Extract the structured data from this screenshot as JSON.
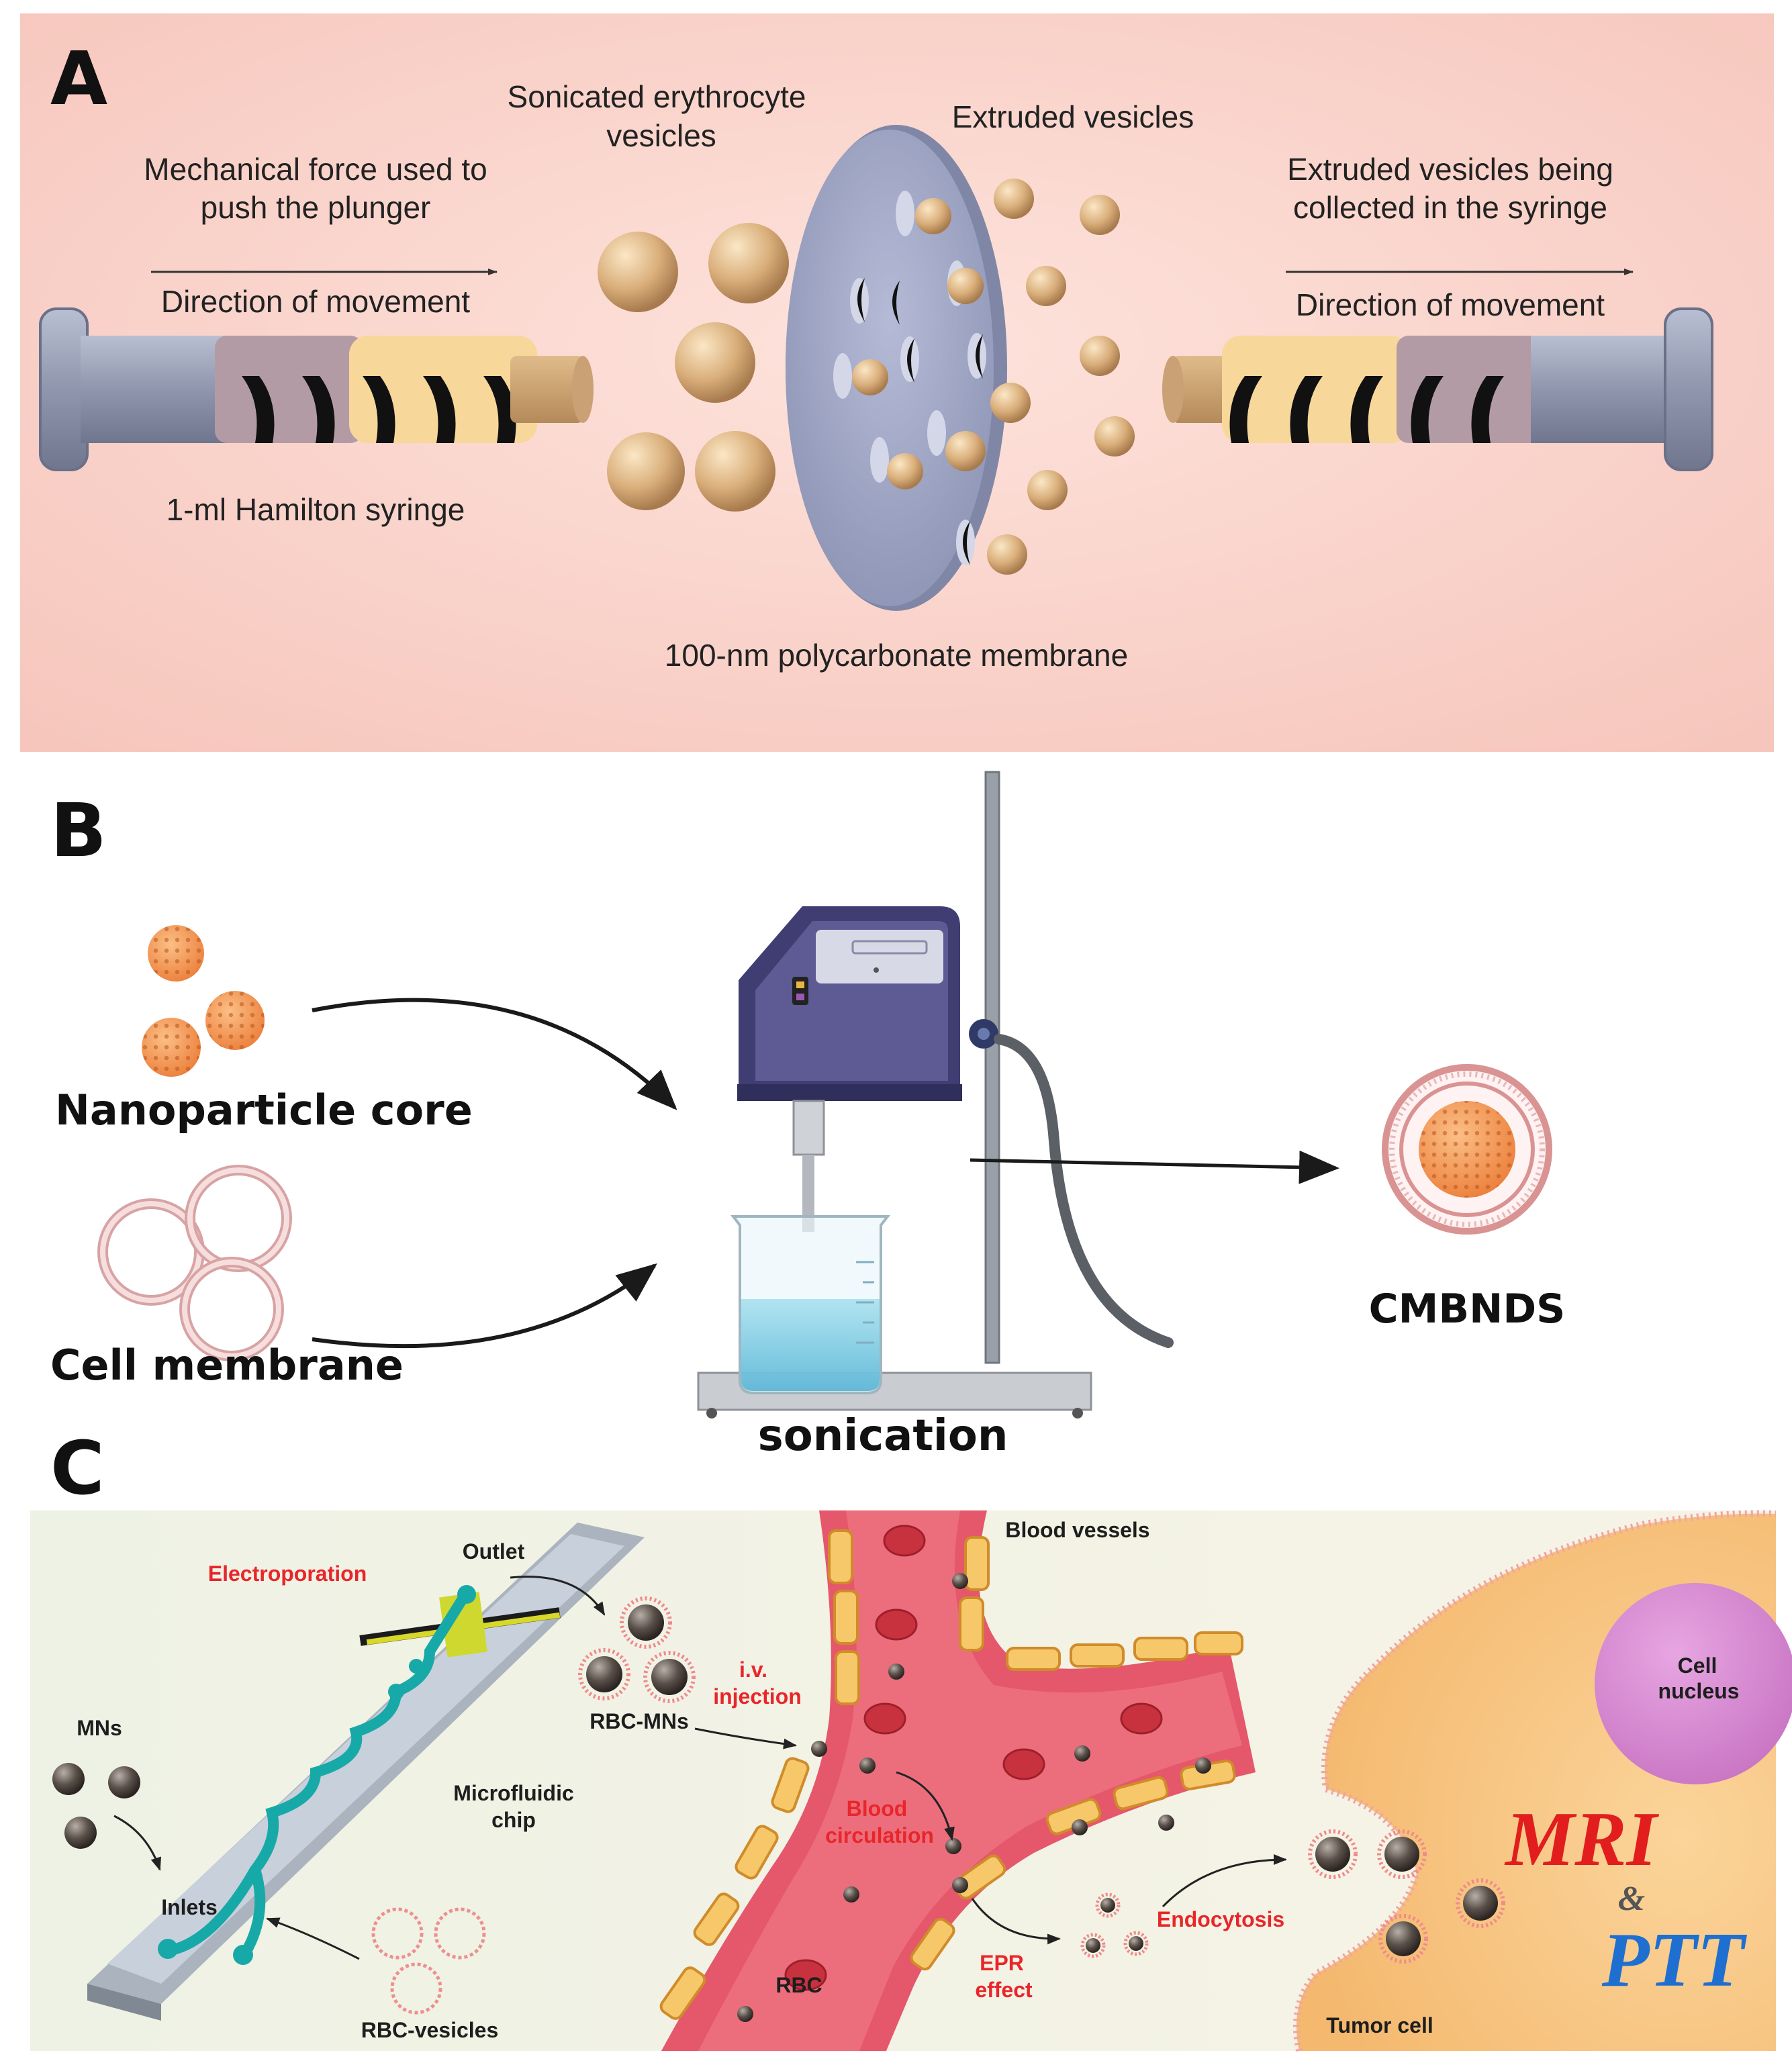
{
  "panel_a": {
    "letter": "A",
    "labels": {
      "mechanical_1": "Mechanical force used to",
      "mechanical_2": "push the plunger",
      "direction_left": "Direction of movement",
      "syringe": "1-ml Hamilton syringe",
      "sonicated_1": "Sonicated erythrocyte",
      "sonicated_2": "vesicles",
      "extruded": "Extruded vesicles",
      "collected_1": "Extruded vesicles being",
      "collected_2": "collected in the syringe",
      "direction_right": "Direction of movement",
      "membrane": "100-nm polycarbonate membrane"
    },
    "colors": {
      "background": "#f7cfc6",
      "membrane": "#9ea5c4",
      "vesicle": "#d8ad7a",
      "plunger_mauve": "#b39ba6",
      "plunger_yellow": "#f8d79a"
    }
  },
  "panel_b": {
    "letter": "B",
    "labels": {
      "core": "Nanoparticle core",
      "membrane": "Cell membrane",
      "sonication": "sonication",
      "product": "CMBNDS"
    },
    "colors": {
      "core": "#f39a5b",
      "membrane_ring": "#d98f8f",
      "sonicator": "#4c4a85",
      "liquid": "#79c7e0"
    }
  },
  "panel_c": {
    "letter": "C",
    "labels": {
      "outlet": "Outlet",
      "electroporation": "Electroporation",
      "mns": "MNs",
      "microfluidic_1": "Microfluidic",
      "microfluidic_2": "chip",
      "inlets": "Inlets",
      "rbc_vesicles": "RBC-vesicles",
      "rbc_mns": "RBC-MNs",
      "iv_1": "i.v.",
      "iv_2": "injection",
      "blood_vessels": "Blood vessels",
      "circulation_1": "Blood",
      "circulation_2": "circulation",
      "rbc": "RBC",
      "epr_1": "EPR",
      "epr_2": "effect",
      "endocytosis": "Endocytosis",
      "nucleus_1": "Cell",
      "nucleus_2": "nucleus",
      "tumor": "Tumor cell",
      "mri": "MRI",
      "amp": "&",
      "ptt": "PTT"
    },
    "colors": {
      "vessel": "#e5576a",
      "endothelial": "#f6c86a",
      "chip_channel": "#17a9a8",
      "tumor": "#f7c98a",
      "nucleus": "#d68bd0",
      "mri": "#e21d1d",
      "ptt": "#1f6fd1"
    }
  }
}
